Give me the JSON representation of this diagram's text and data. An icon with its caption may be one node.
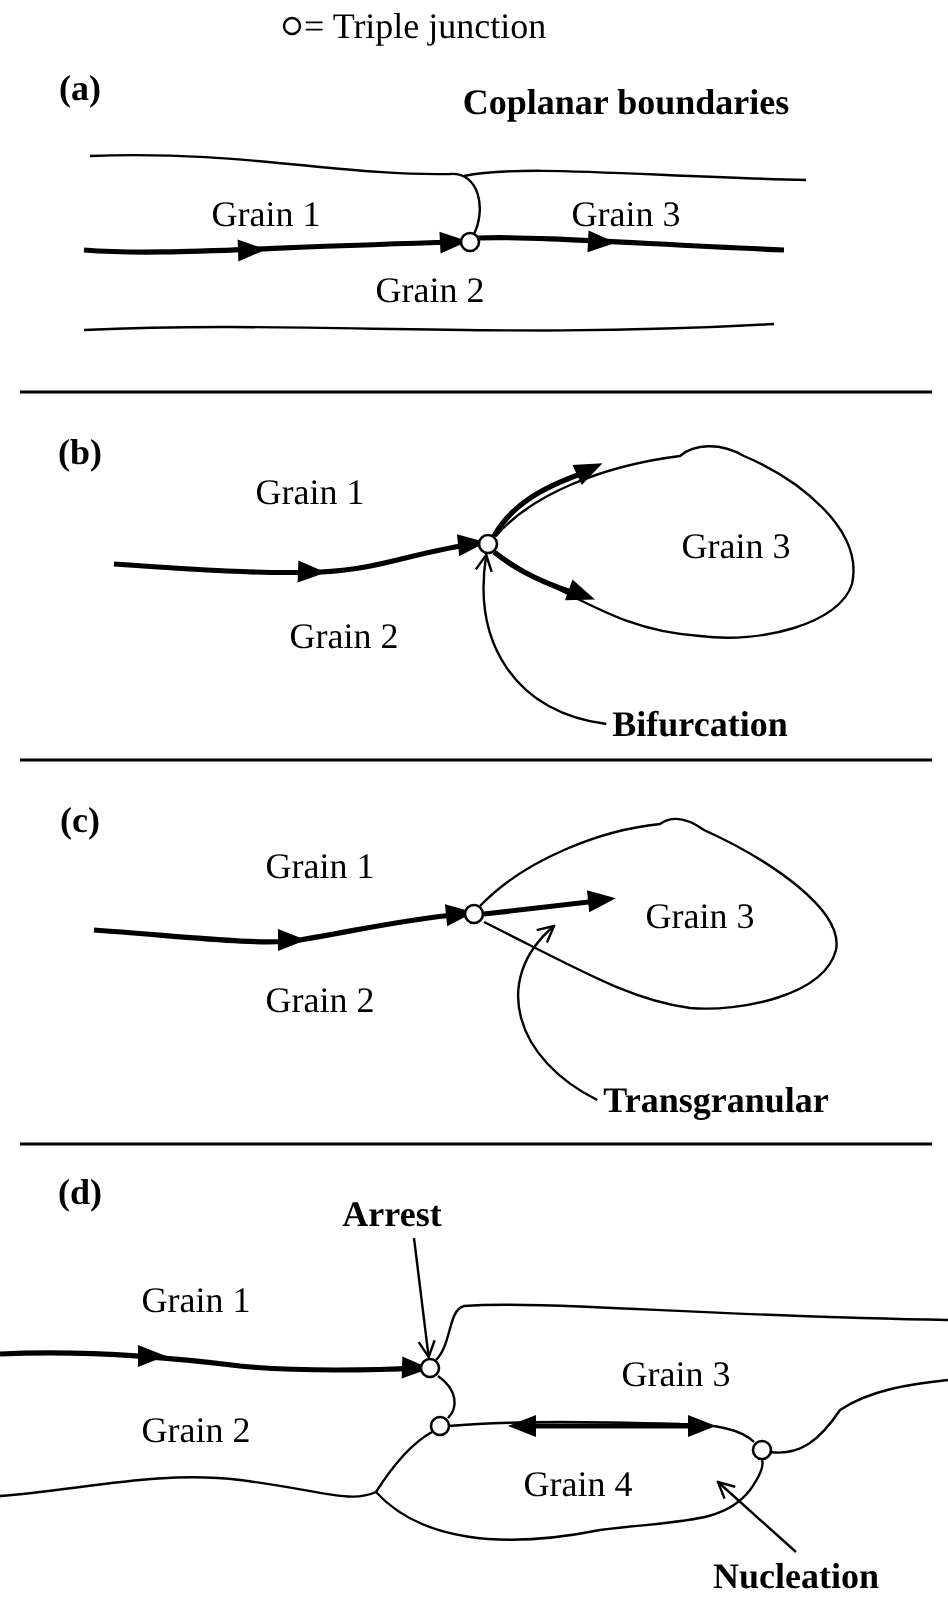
{
  "diagram": {
    "nodes": [
      {
        "text": [],
        "shape": "circle"
      },
      {
        "text": [
          "Bifurcation"
        ]
      },
      {
        "text": [
          "Transgranular"
        ]
      },
      {
        "text": [
          "Arrest"
        ]
      },
      {
        "text": [],
        "shape": "circle"
      },
      {
        "text": [
          "Nucleation"
        ]
      }
    ],
    "edges": [
      {
        "from": 1,
        "to": 0,
        "arrow": "to"
      },
      {
        "from": 2,
        "to": null,
        "arrow": "to"
      },
      {
        "from": 3,
        "to": 4,
        "arrow": "to"
      },
      {
        "from": 5,
        "to": null,
        "arrow": "to"
      }
    ],
    "labels": [
      "(a)",
      "Coplanar boundaries",
      "Grain 1",
      "Grain 3",
      "Grain 2",
      "(b)",
      "Grain 1",
      "Grain 3",
      "Grain 2",
      "(c)",
      "Grain 1",
      "Grain 3",
      "Grain 2",
      "(d)",
      "Grain 1",
      "Grain 3",
      "Grain 2",
      "Grain 4"
    ],
    "legend": [
      {
        "text": "= Triple junction"
      }
    ]
  }
}
